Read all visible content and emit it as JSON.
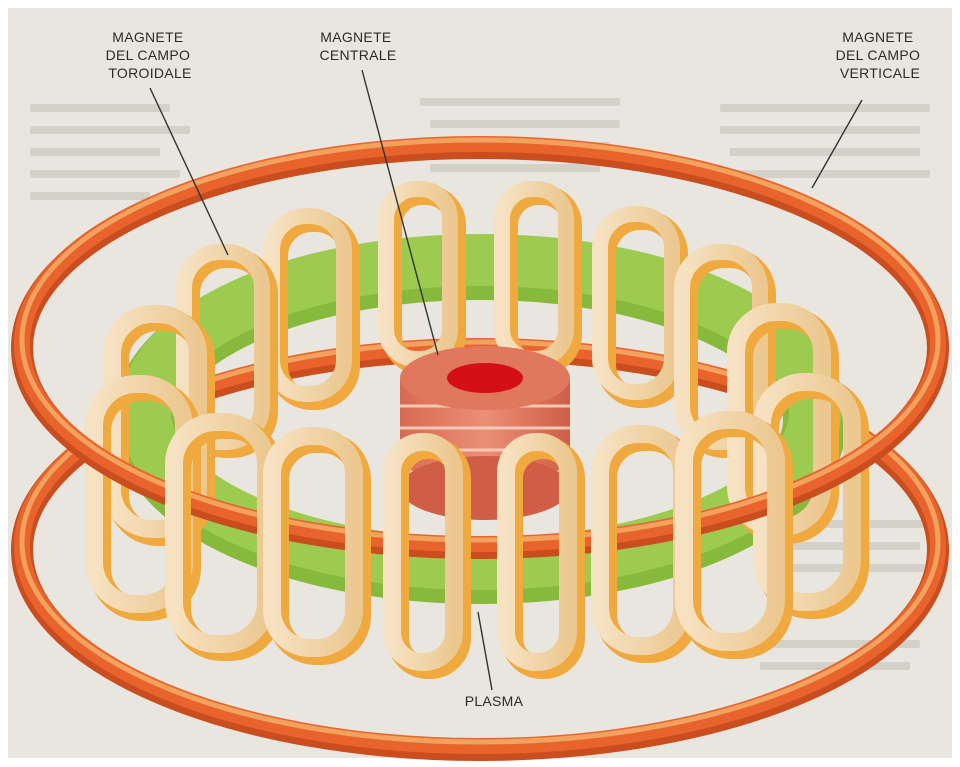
{
  "labels": {
    "toroidal": [
      "MAGNETE",
      "DEL CAMPO",
      "TOROIDALE"
    ],
    "central": [
      "MAGNETE",
      "CENTRALE"
    ],
    "vertical": [
      "MAGNETE",
      "DEL CAMPO",
      "VERTICALE"
    ],
    "plasma": "PLASMA"
  },
  "colors": {
    "background": "#e9e6df",
    "ring": "#e8642c",
    "ring_light": "#f2a15f",
    "plasma": "#9ccb4f",
    "coil_light": "#f6dcb2",
    "coil_dark": "#f0a93f",
    "central_magnet": "#e0785e",
    "central_core": "#d40f16"
  },
  "icons": {
    "background_text": "faded-printed-text-texture"
  }
}
